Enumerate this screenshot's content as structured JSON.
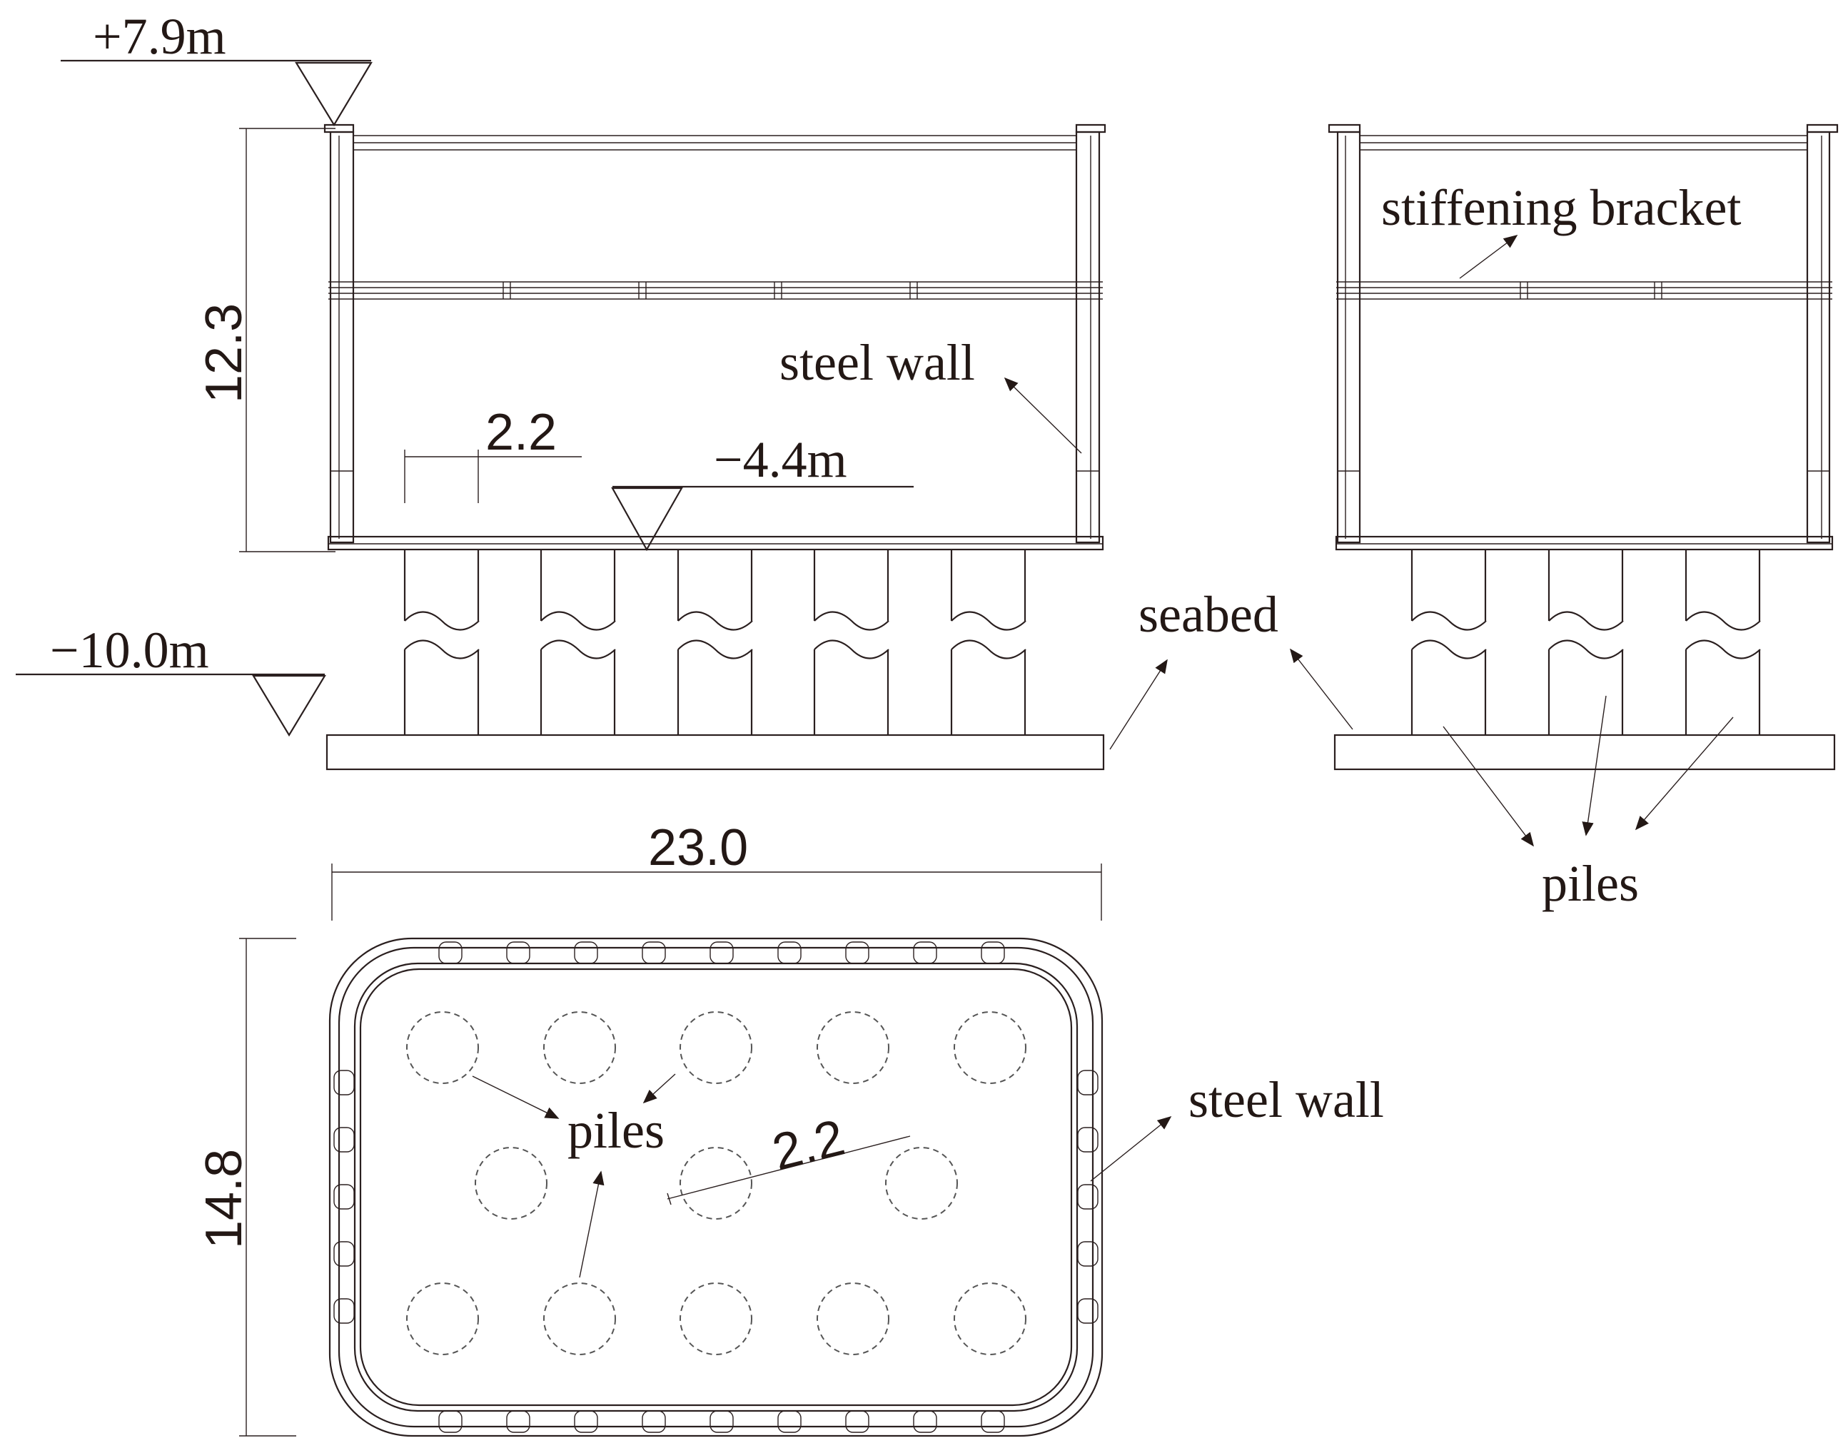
{
  "elevation_view": {
    "top_level": "+7.9m",
    "water_level": "−4.4m",
    "seabed_level": "−10.0m",
    "height_dim": "12.3",
    "pile_spacing_dim": "2.2",
    "label_steel_wall": "steel wall",
    "label_seabed": "seabed"
  },
  "side_view": {
    "label_stiffening_bracket": "stiffening bracket",
    "label_piles": "piles"
  },
  "plan_view": {
    "length_dim": "23.0",
    "width_dim": "14.8",
    "pile_spacing_dim": "2.2",
    "label_piles": "piles",
    "label_steel_wall": "steel wall"
  }
}
